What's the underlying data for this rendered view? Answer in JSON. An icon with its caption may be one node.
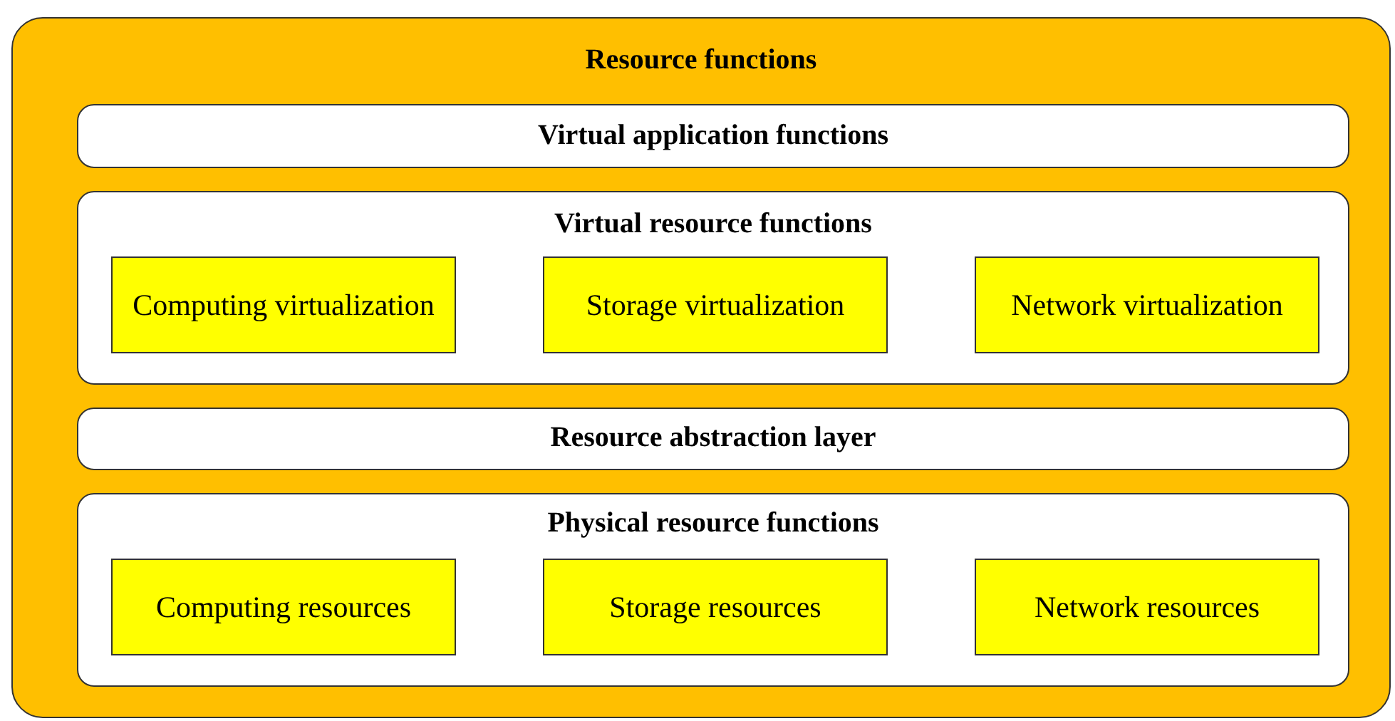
{
  "diagram": {
    "nodes": [
      {
        "text": [
          "Resource functions"
        ]
      },
      {
        "text": [
          "Virtual application functions"
        ],
        "in": 0
      },
      {
        "text": [
          "Virtual resource functions"
        ],
        "in": 0
      },
      {
        "text": [
          "Computing virtualization"
        ],
        "in": 2
      },
      {
        "text": [
          "Storage virtualization"
        ],
        "in": 2
      },
      {
        "text": [
          "Network virtualization"
        ],
        "in": 2
      },
      {
        "text": [
          "Resource abstraction layer"
        ],
        "in": 0
      },
      {
        "text": [
          "Physical resource functions"
        ],
        "in": 0
      },
      {
        "text": [
          "Computing resources"
        ],
        "in": 7
      },
      {
        "text": [
          "Storage resources"
        ],
        "in": 7
      },
      {
        "text": [
          "Network resources"
        ],
        "in": 7
      }
    ]
  }
}
